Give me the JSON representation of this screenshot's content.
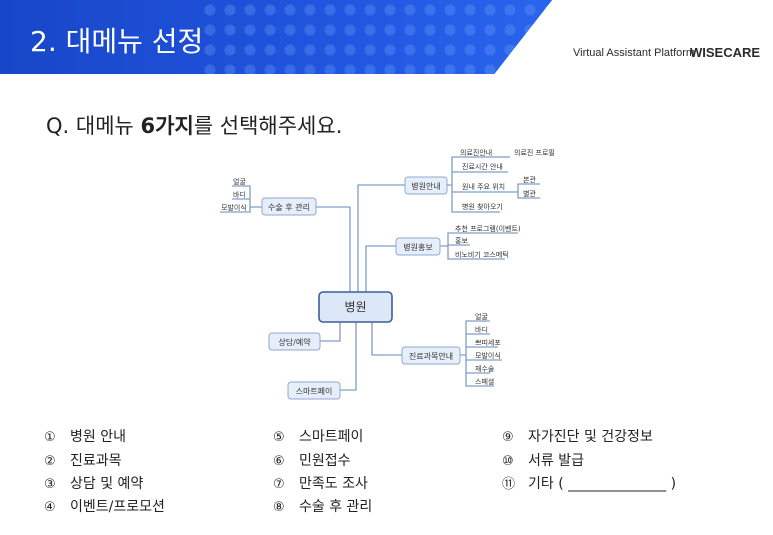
{
  "header": {
    "title": "2. 대메뉴 선정",
    "brand_sub": "Virtual Assistant Platform",
    "brand_name": "WISECARE"
  },
  "question": {
    "prefix": "Q. 대메뉴 ",
    "bold": "6가지",
    "suffix": "를 선택해주세요."
  },
  "mindmap": {
    "center": "병원",
    "branches": {
      "hospital_info": {
        "label": "병원안내",
        "children": [
          "의료진안내",
          "진료시간 안내",
          "원내 주요 위치",
          "병원 찾아오기"
        ],
        "doctor_profile": "의료진 프로필",
        "location_sub": [
          "본관",
          "별관"
        ]
      },
      "aftercare": {
        "label": "수술 후 관리",
        "children": [
          "얼굴",
          "바디",
          "모발이식"
        ]
      },
      "promo": {
        "label": "병원홍보",
        "children": [
          "추천 프로그램(이벤트)",
          "홍보",
          "비노비기 코스메틱"
        ]
      },
      "consult": {
        "label": "상담/예약"
      },
      "departments": {
        "label": "진료과목안내",
        "children": [
          "얼굴",
          "바디",
          "쁘띠세포",
          "모발이식",
          "재수술",
          "스페셜"
        ]
      },
      "smartpay": {
        "label": "스마트페이"
      }
    }
  },
  "options": [
    {
      "num": "①",
      "label": "병원 안내"
    },
    {
      "num": "②",
      "label": "진료과목"
    },
    {
      "num": "③",
      "label": "상담 및 예약"
    },
    {
      "num": "④",
      "label": "이벤트/프로모션"
    },
    {
      "num": "⑤",
      "label": "스마트페이"
    },
    {
      "num": "⑥",
      "label": "민원접수"
    },
    {
      "num": "⑦",
      "label": "만족도 조사"
    },
    {
      "num": "⑧",
      "label": "수술 후 관리"
    },
    {
      "num": "⑨",
      "label": "자가진단 및 건강정보"
    },
    {
      "num": "⑩",
      "label": "서류 발급"
    },
    {
      "num": "⑪",
      "label": "기타 ( ______________ )"
    }
  ],
  "colors": {
    "header_blue": "#1f52d8",
    "node_fill": "#e6eefa",
    "node_stroke": "#8fa8cf",
    "center_fill": "#dce7f7",
    "center_stroke": "#3d5f95",
    "line": "#7f9fc9"
  }
}
